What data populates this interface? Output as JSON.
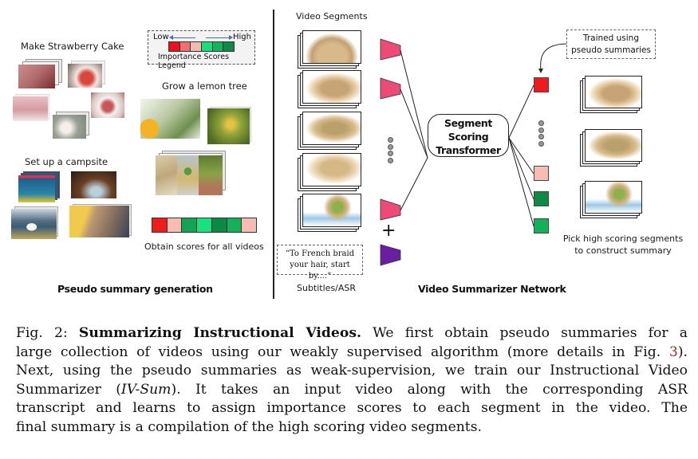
{
  "figure": {
    "left_panel": {
      "title": "Pseudo summary generation",
      "tasks": [
        {
          "label": "Make Strawberry Cake",
          "thumbnail_count": 5
        },
        {
          "label": "Grow a lemon tree",
          "thumbnail_count": 3
        },
        {
          "label": "Set up a campsite",
          "thumbnail_count": 4
        }
      ],
      "legend": {
        "low_label": "Low",
        "high_label": "High",
        "title": "Importance Scores Legend",
        "colors": [
          "#e8121e",
          "#ef6f6f",
          "#f6b8b2",
          "#13e07a",
          "#14b35e",
          "#0e8a46"
        ]
      },
      "scores_bar": {
        "colors": [
          "#ee1c1c",
          "#f7bdb5",
          "#13a355",
          "#18e17e",
          "#0c8a45",
          "#14b05c",
          "#f7bdb5"
        ],
        "caption": "Obtain scores for all videos"
      }
    },
    "right_panel": {
      "title": "Video Summarizer Network",
      "video_segments_label": "Video Segments",
      "segment_count_shown": 5,
      "ellipsis": "....",
      "plus_sign": "+",
      "asr_quote_line1": "“To French braid",
      "asr_quote_line2": "your hair, start by....”",
      "asr_label": "Subtitles/ASR",
      "transformer": {
        "line1": "Segment",
        "line2": "Scoring",
        "line3": "Transformer"
      },
      "trained_note_line1": "Trained using",
      "trained_note_line2": "pseudo summaries",
      "output_scores": [
        "#ee1c1c",
        "#f7bdb5",
        "#0e8a46",
        "#14b05c"
      ],
      "summary_caption_line1": "Pick high scoring segments",
      "summary_caption_line2": "to construct summary",
      "encoder_colors": {
        "video": "#ee4a78",
        "text": "#6a1fa3"
      }
    }
  },
  "caption": {
    "prefix": "Fig. 2: ",
    "title": "Summarizing Instructional Videos.",
    "line1_rest": " We first obtain pseudo summaries for a",
    "line2": "large collection of videos using our weakly supervised algorithm (more details in Fig. ",
    "line2_ref": "3",
    "line2_end": ").",
    "line3": "Next, using the pseudo summaries as weak-supervision, we train our Instructional Video",
    "line4_a": "Summarizer (",
    "line4_italic": "IV-Sum",
    "line4_b": "). It takes an input video along with the corresponding ASR",
    "line5": "transcript and learns to assign importance scores to each segment in the video. The",
    "line6": "final summary is a compilation of the high scoring video segments."
  }
}
